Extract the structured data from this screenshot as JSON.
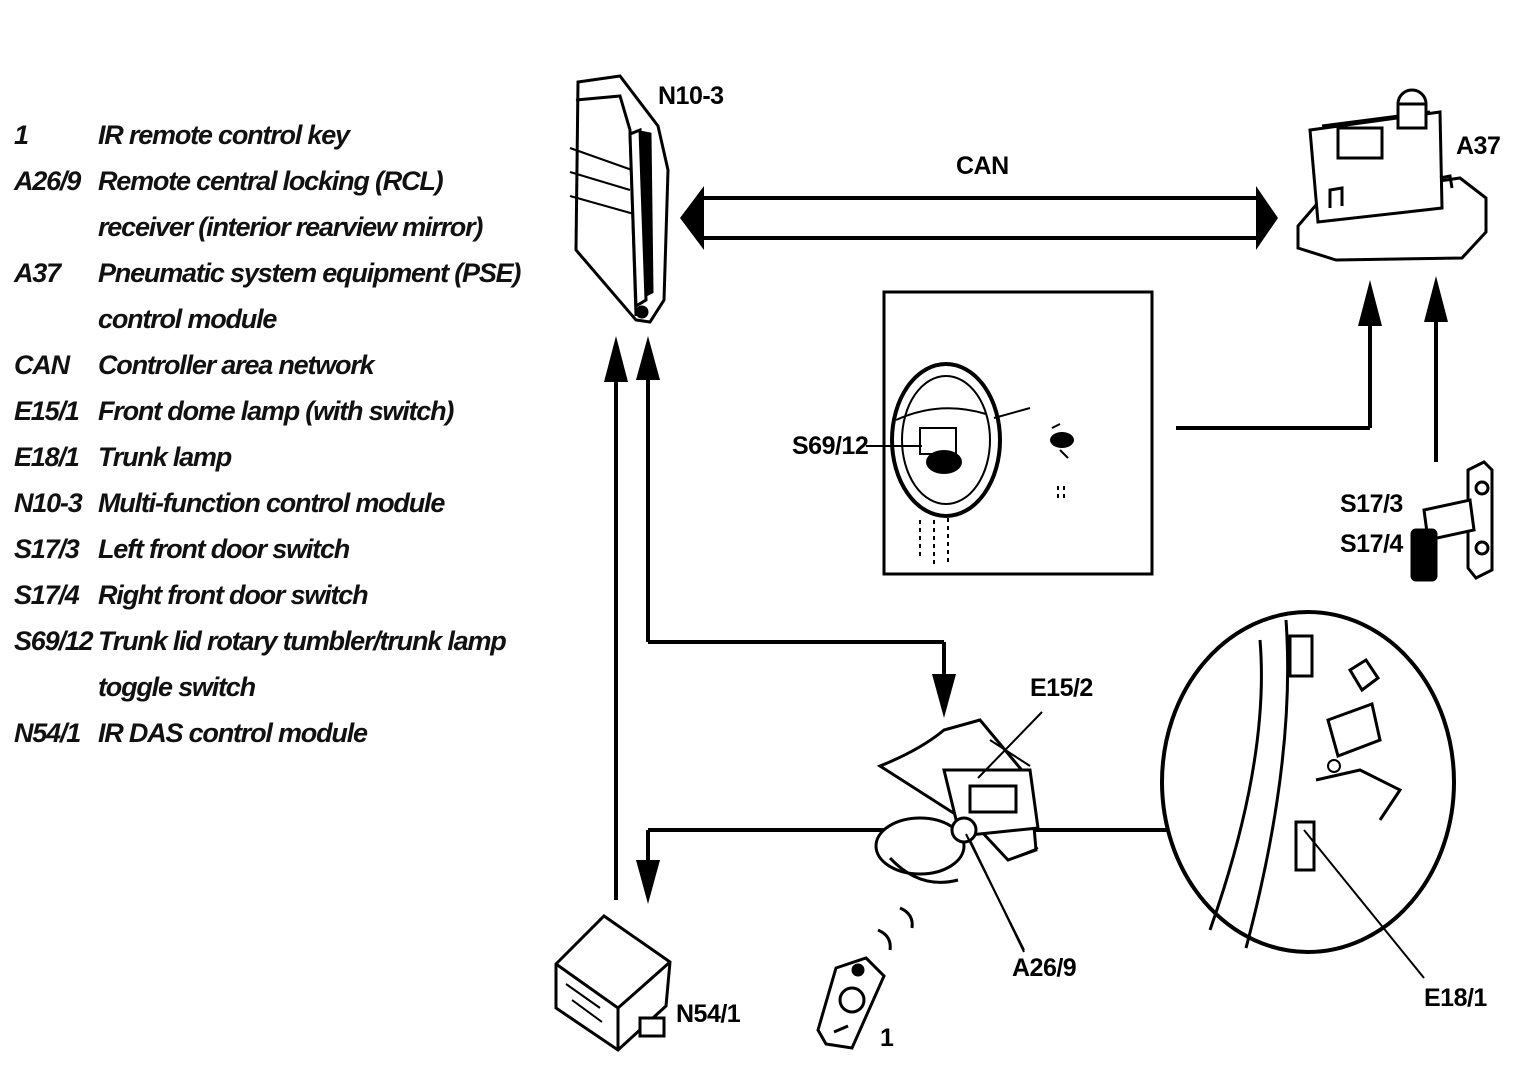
{
  "legend": [
    {
      "code": "1",
      "desc": "IR remote control key"
    },
    {
      "code": "A26/9",
      "desc": "Remote central locking (RCL)"
    },
    {
      "code": "",
      "desc": "receiver (interior rearview mirror)"
    },
    {
      "code": "A37",
      "desc": "Pneumatic system equipment (PSE)"
    },
    {
      "code": "",
      "desc": "control module"
    },
    {
      "code": "CAN",
      "desc": "Controller area network"
    },
    {
      "code": "E15/1",
      "desc": "Front dome lamp (with switch)"
    },
    {
      "code": "E18/1",
      "desc": "Trunk lamp"
    },
    {
      "code": "N10-3",
      "desc": "Multi-function control module"
    },
    {
      "code": "S17/3",
      "desc": "Left front door switch"
    },
    {
      "code": "S17/4",
      "desc": "Right front door switch"
    },
    {
      "code": "S69/12",
      "desc": "Trunk lid rotary tumbler/trunk lamp"
    },
    {
      "code": "",
      "desc": "toggle switch"
    },
    {
      "code": "N54/1",
      "desc": "IR DAS control module"
    }
  ],
  "labels": {
    "n10_3": "N10-3",
    "a37": "A37",
    "can": "CAN",
    "s69_12": "S69/12",
    "s17_3": "S17/3",
    "s17_4": "S17/4",
    "e15_2": "E15/2",
    "a26_9": "A26/9",
    "n54_1": "N54/1",
    "key_1": "1",
    "e18_1": "E18/1"
  }
}
